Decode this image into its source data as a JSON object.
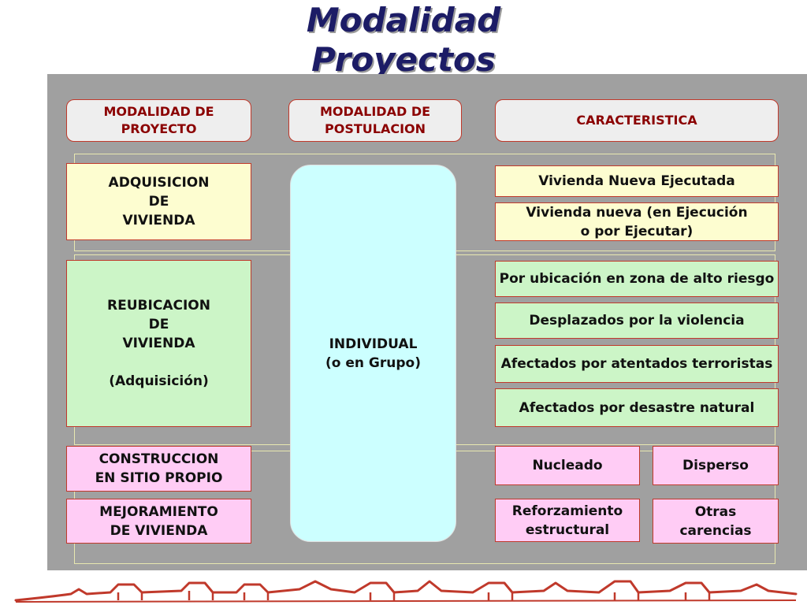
{
  "title": {
    "line1": "Modalidad",
    "line2": "Proyectos"
  },
  "headers": {
    "modalidad_proyecto": "MODALIDAD DE\nPROYECTO",
    "modalidad_postulacion": "MODALIDAD DE\nPOSTULACION",
    "caracteristica": "CARACTERISTICA"
  },
  "projects": {
    "adquisicion": "ADQUISICION\nDE\nVIVIENDA",
    "reubicacion": "REUBICACION\nDE\nVIVIENDA\n\n(Adquisición)",
    "construccion": "CONSTRUCCION\nEN SITIO PROPIO",
    "mejoramiento": "MEJORAMIENTO\nDE VIVIENDA"
  },
  "postulacion": {
    "individual_line1": "INDIVIDUAL",
    "individual_line2": "(o en Grupo)"
  },
  "characteristics": {
    "vivienda_nueva_ejecutada": "Vivienda Nueva Ejecutada",
    "vivienda_nueva_ejecucion": "Vivienda nueva (en Ejecución\no por Ejecutar)",
    "alto_riesgo": "Por ubicación en zona de alto riesgo",
    "desplazados": "Desplazados por  la violencia",
    "atentados": "Afectados por atentados terroristas",
    "desastre": "Afectados por desastre natural",
    "nucleado": "Nucleado",
    "disperso": "Disperso",
    "reforzamiento": "Reforzamiento\nestructural",
    "otras": "Otras\ncarencias"
  },
  "colors": {
    "title": "#1c1c66",
    "panel": "#a0a0a0",
    "header_text": "#8b0000",
    "yellow": "#fdfdd0",
    "green": "#ccf5c7",
    "pink": "#ffccf5",
    "cyan": "#ccffff",
    "border": "#c0392b"
  }
}
